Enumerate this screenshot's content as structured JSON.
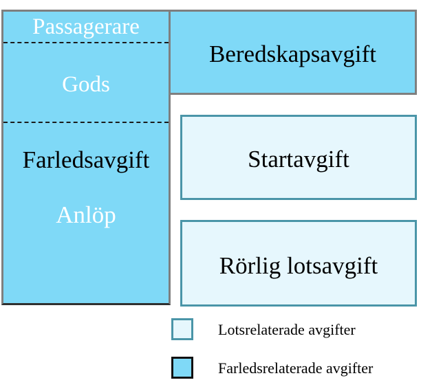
{
  "fairway_block": {
    "passengers_label": "Passagerare",
    "goods_label": "Gods",
    "fairway_fee_label": "Farledsavgift",
    "port_call_label": "Anlöp"
  },
  "readiness_fee_label": "Beredskapsavgift",
  "start_fee_label": "Startavgift",
  "variable_pilot_fee_label": "Rörlig lotsavgift",
  "legend": {
    "pilot_related_label": "Lotsrelaterade avgifter",
    "fairway_related_label": "Farledsrelaterade avgifter"
  },
  "colors": {
    "fairway_fill": "#7fd9f7",
    "pilot_fill": "#e6f7fd",
    "pilot_border": "#4a95a8",
    "box_border": "#7f7f7f"
  }
}
